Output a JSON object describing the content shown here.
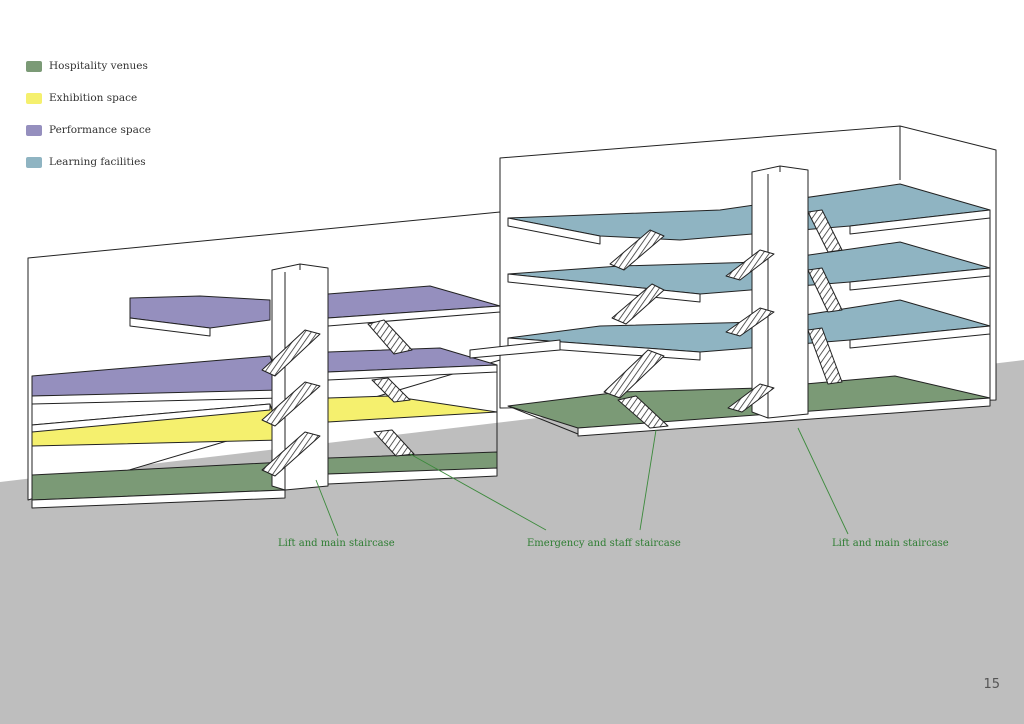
{
  "legend": {
    "items": [
      {
        "label": "Hospitality venues",
        "color": "#7b9a76"
      },
      {
        "label": "Exhibition space",
        "color": "#f5f06e"
      },
      {
        "label": "Performance space",
        "color": "#958fbe"
      },
      {
        "label": "Learning facilities",
        "color": "#8fb4c2"
      }
    ]
  },
  "callouts": {
    "lift_left": "Lift and main staircase",
    "emergency": "Emergency and staff staircase",
    "lift_right": "Lift and main staircase"
  },
  "colors": {
    "ground": "#bebebe",
    "wall": "#ffffff",
    "outline": "#222222",
    "callout_line": "#3c8a3c"
  },
  "page_number": "15"
}
